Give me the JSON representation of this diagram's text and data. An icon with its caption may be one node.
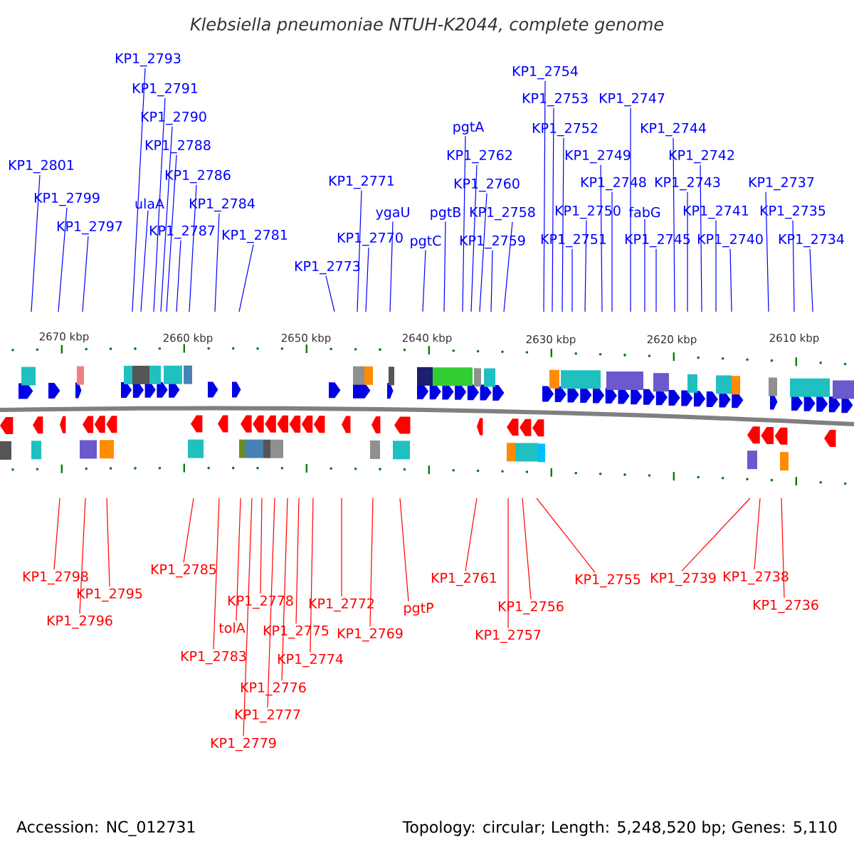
{
  "diagram": {
    "title": "Klebsiella pneumoniae NTUH-K2044, complete genome",
    "nodes": [
      {
        "text": [
          "KP1_2801"
        ]
      },
      {
        "text": [
          "KP1_2799"
        ]
      },
      {
        "text": [
          "KP1_2797"
        ]
      },
      {
        "text": [
          "KP1_2793"
        ]
      },
      {
        "text": [
          "ulaA"
        ]
      },
      {
        "text": [
          "KP1_2791"
        ]
      },
      {
        "text": [
          "KP1_2790"
        ]
      },
      {
        "text": [
          "KP1_2788"
        ]
      },
      {
        "text": [
          "KP1_2787"
        ]
      },
      {
        "text": [
          "KP1_2786"
        ]
      },
      {
        "text": [
          "KP1_2784"
        ]
      },
      {
        "text": [
          "KP1_2781"
        ]
      },
      {
        "text": [
          "KP1_2773"
        ]
      },
      {
        "text": [
          "KP1_2771"
        ]
      },
      {
        "text": [
          "KP1_2770"
        ]
      },
      {
        "text": [
          "ygaU"
        ]
      },
      {
        "text": [
          "pgtC"
        ]
      },
      {
        "text": [
          "pgtB"
        ]
      },
      {
        "text": [
          "pgtA"
        ]
      },
      {
        "text": [
          "KP1_2762"
        ]
      },
      {
        "text": [
          "KP1_2760"
        ]
      },
      {
        "text": [
          "KP1_2758"
        ]
      },
      {
        "text": [
          "KP1_2759"
        ]
      },
      {
        "text": [
          "KP1_2754"
        ]
      },
      {
        "text": [
          "KP1_2753"
        ]
      },
      {
        "text": [
          "KP1_2752"
        ]
      },
      {
        "text": [
          "KP1_2749"
        ]
      },
      {
        "text": [
          "KP1_2750"
        ]
      },
      {
        "text": [
          "KP1_2751"
        ]
      },
      {
        "text": [
          "KP1_2747"
        ]
      },
      {
        "text": [
          "KP1_2748"
        ]
      },
      {
        "text": [
          "fabG"
        ]
      },
      {
        "text": [
          "KP1_2745"
        ]
      },
      {
        "text": [
          "KP1_2744"
        ]
      },
      {
        "text": [
          "KP1_2742"
        ]
      },
      {
        "text": [
          "KP1_2743"
        ]
      },
      {
        "text": [
          "KP1_2741"
        ]
      },
      {
        "text": [
          "KP1_2740"
        ]
      },
      {
        "text": [
          "KP1_2737"
        ]
      },
      {
        "text": [
          "KP1_2735"
        ]
      },
      {
        "text": [
          "KP1_2734"
        ]
      },
      {
        "text": [
          "KP1_2798"
        ]
      },
      {
        "text": [
          "KP1_2795"
        ]
      },
      {
        "text": [
          "KP1_2796"
        ]
      },
      {
        "text": [
          "KP1_2785"
        ]
      },
      {
        "text": [
          "KP1_2783"
        ]
      },
      {
        "text": [
          "tolA"
        ]
      },
      {
        "text": [
          "KP1_2778"
        ]
      },
      {
        "text": [
          "KP1_2779"
        ]
      },
      {
        "text": [
          "KP1_2777"
        ]
      },
      {
        "text": [
          "KP1_2776"
        ]
      },
      {
        "text": [
          "KP1_2775"
        ]
      },
      {
        "text": [
          "KP1_2774"
        ]
      },
      {
        "text": [
          "KP1_2772"
        ]
      },
      {
        "text": [
          "KP1_2769"
        ]
      },
      {
        "text": [
          "pgtP"
        ]
      },
      {
        "text": [
          "KP1_2761"
        ]
      },
      {
        "text": [
          "KP1_2756"
        ]
      },
      {
        "text": [
          "KP1_2757"
        ]
      },
      {
        "text": [
          "KP1_2755"
        ]
      },
      {
        "text": [
          "KP1_2739"
        ]
      },
      {
        "text": [
          "KP1_2738"
        ]
      },
      {
        "text": [
          "KP1_2736"
        ]
      }
    ],
    "edges": [
      {
        "from": 0,
        "to": null,
        "arrow": "none"
      },
      {
        "from": 1,
        "to": null,
        "arrow": "none"
      },
      {
        "from": 2,
        "to": null,
        "arrow": "none"
      },
      {
        "from": 3,
        "to": null,
        "arrow": "none"
      },
      {
        "from": 4,
        "to": null,
        "arrow": "none"
      },
      {
        "from": 5,
        "to": null,
        "arrow": "none"
      },
      {
        "from": 6,
        "to": null,
        "arrow": "none"
      },
      {
        "from": 7,
        "to": null,
        "arrow": "none"
      },
      {
        "from": 8,
        "to": null,
        "arrow": "none"
      },
      {
        "from": 9,
        "to": null,
        "arrow": "none"
      },
      {
        "from": 10,
        "to": null,
        "arrow": "none"
      },
      {
        "from": 11,
        "to": null,
        "arrow": "none"
      },
      {
        "from": 12,
        "to": null,
        "arrow": "none"
      },
      {
        "from": 13,
        "to": null,
        "arrow": "none"
      },
      {
        "from": 14,
        "to": null,
        "arrow": "none"
      },
      {
        "from": 15,
        "to": null,
        "arrow": "none"
      },
      {
        "from": 16,
        "to": null,
        "arrow": "none"
      },
      {
        "from": 17,
        "to": null,
        "arrow": "none"
      },
      {
        "from": 18,
        "to": null,
        "arrow": "none"
      },
      {
        "from": 19,
        "to": null,
        "arrow": "none"
      },
      {
        "from": 20,
        "to": null,
        "arrow": "none"
      },
      {
        "from": 21,
        "to": null,
        "arrow": "none"
      },
      {
        "from": 22,
        "to": null,
        "arrow": "none"
      },
      {
        "from": 23,
        "to": null,
        "arrow": "none"
      },
      {
        "from": 24,
        "to": null,
        "arrow": "none"
      },
      {
        "from": 25,
        "to": null,
        "arrow": "none"
      },
      {
        "from": 26,
        "to": null,
        "arrow": "none"
      },
      {
        "from": 27,
        "to": null,
        "arrow": "none"
      },
      {
        "from": 28,
        "to": null,
        "arrow": "none"
      },
      {
        "from": 29,
        "to": null,
        "arrow": "none"
      },
      {
        "from": 30,
        "to": null,
        "arrow": "none"
      },
      {
        "from": 31,
        "to": null,
        "arrow": "none"
      },
      {
        "from": 32,
        "to": null,
        "arrow": "none"
      },
      {
        "from": 33,
        "to": null,
        "arrow": "none"
      },
      {
        "from": 34,
        "to": null,
        "arrow": "none"
      },
      {
        "from": 35,
        "to": null,
        "arrow": "none"
      },
      {
        "from": 36,
        "to": null,
        "arrow": "none"
      },
      {
        "from": 37,
        "to": null,
        "arrow": "none"
      },
      {
        "from": 38,
        "to": null,
        "arrow": "none"
      },
      {
        "from": 39,
        "to": null,
        "arrow": "none"
      },
      {
        "from": 40,
        "to": null,
        "arrow": "none"
      },
      {
        "from": 41,
        "to": null,
        "arrow": "none",
        "color": "#ff0000"
      },
      {
        "from": 42,
        "to": null,
        "arrow": "none",
        "color": "#ff0000"
      },
      {
        "from": 43,
        "to": null,
        "arrow": "none",
        "color": "#ff0000"
      },
      {
        "from": 44,
        "to": null,
        "arrow": "none",
        "color": "#ff0000"
      },
      {
        "from": 45,
        "to": null,
        "arrow": "none",
        "color": "#ff0000"
      },
      {
        "from": 46,
        "to": null,
        "arrow": "none",
        "color": "#ff0000"
      },
      {
        "from": 47,
        "to": null,
        "arrow": "none",
        "color": "#ff0000"
      },
      {
        "from": 48,
        "to": null,
        "arrow": "none",
        "color": "#ff0000"
      },
      {
        "from": 49,
        "to": null,
        "arrow": "none",
        "color": "#ff0000"
      },
      {
        "from": 50,
        "to": null,
        "arrow": "none",
        "color": "#ff0000"
      },
      {
        "from": 51,
        "to": null,
        "arrow": "none",
        "color": "#ff0000"
      },
      {
        "from": 52,
        "to": null,
        "arrow": "none",
        "color": "#ff0000"
      },
      {
        "from": 53,
        "to": null,
        "arrow": "none",
        "color": "#ff0000"
      },
      {
        "from": 54,
        "to": null,
        "arrow": "none",
        "color": "#ff0000"
      },
      {
        "from": 55,
        "to": null,
        "arrow": "none",
        "color": "#ff0000"
      },
      {
        "from": 56,
        "to": null,
        "arrow": "none",
        "color": "#ff0000"
      },
      {
        "from": 57,
        "to": null,
        "arrow": "none",
        "color": "#ff0000"
      },
      {
        "from": 58,
        "to": null,
        "arrow": "none",
        "color": "#ff0000"
      },
      {
        "from": 59,
        "to": null,
        "arrow": "none",
        "color": "#ff0000"
      },
      {
        "from": 60,
        "to": null,
        "arrow": "none",
        "color": "#ff0000"
      },
      {
        "from": 61,
        "to": null,
        "arrow": "none",
        "color": "#ff0000"
      },
      {
        "from": 62,
        "to": null,
        "arrow": "none",
        "color": "#ff0000"
      }
    ],
    "labels": [
      "2670 kbp",
      "2660 kbp",
      "2650 kbp",
      "2640 kbp",
      "2630 kbp",
      "2620 kbp",
      "2610 kbp",
      "Accession: NC_012731",
      "Topology: circular; Length: 5,248,520 bp; Genes: 5,110"
    ]
  }
}
